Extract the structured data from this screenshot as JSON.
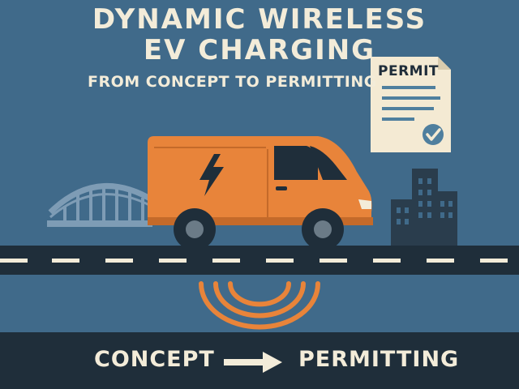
{
  "title": {
    "line1": "DYNAMIC WIRELESS",
    "line2": "EV CHARGING"
  },
  "subtitle": "FROM CONCEPT TO PERMITTING",
  "permit": {
    "label": "PERMIT"
  },
  "flow": {
    "from": "CONCEPT",
    "to": "PERMITTING"
  },
  "icons": [
    "permit-document-icon",
    "checkmark-icon",
    "lightning-bolt-icon",
    "bridge-icon",
    "city-skyline-icon",
    "wireless-signal-icon",
    "arrow-right-icon"
  ],
  "colors": {
    "background": "#406a8a",
    "van": "#e8843a",
    "road": "#1f2e3a",
    "text": "#f3ecd9",
    "skyline": "#2a3d4d",
    "bridge": "#7e9cb5"
  }
}
